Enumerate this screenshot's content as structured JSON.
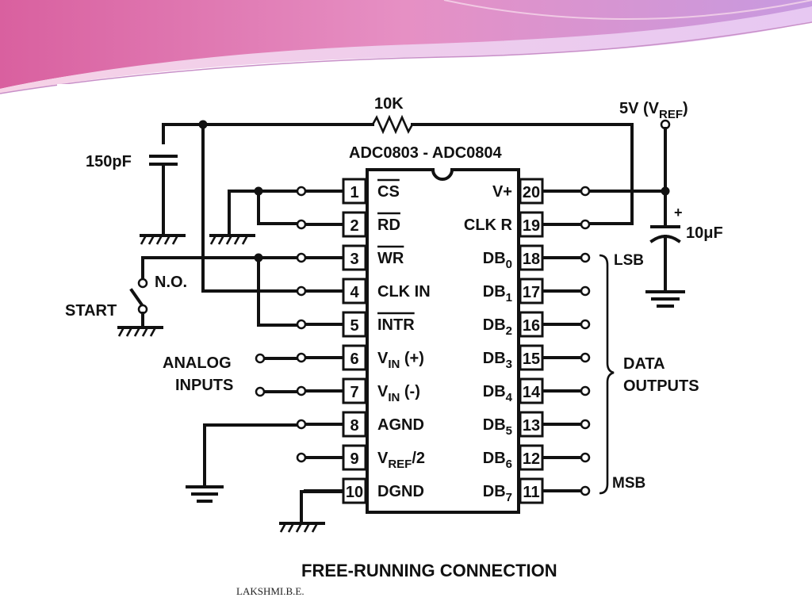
{
  "schematic": {
    "resistor_label": "10K",
    "vref_label": {
      "main": "5V (V",
      "sub": "REF",
      "tail": ")"
    },
    "cap_150_label": "150pF",
    "cap_10u_label": "10μF",
    "cap_10u_plus": "+",
    "chip_title": "ADC0803 - ADC0804",
    "start_label": "START",
    "no_label": "N.O.",
    "analog_label_1": "ANALOG",
    "analog_label_2": "INPUTS",
    "lsb_label": "LSB",
    "msb_label": "MSB",
    "data_label_1": "DATA",
    "data_label_2": "OUTPUTS",
    "caption": "FREE-RUNNING CONNECTION",
    "left_pins": [
      {
        "num": "1",
        "name": "CS",
        "sub": "",
        "tail": "",
        "overline": true
      },
      {
        "num": "2",
        "name": "RD",
        "sub": "",
        "tail": "",
        "overline": true
      },
      {
        "num": "3",
        "name": "WR",
        "sub": "",
        "tail": "",
        "overline": true
      },
      {
        "num": "4",
        "name": "CLK IN",
        "sub": "",
        "tail": "",
        "overline": false
      },
      {
        "num": "5",
        "name": "INTR",
        "sub": "",
        "tail": "",
        "overline": true
      },
      {
        "num": "6",
        "name": "V",
        "sub": "IN",
        "tail": " (+)",
        "overline": false
      },
      {
        "num": "7",
        "name": "V",
        "sub": "IN",
        "tail": " (-)",
        "overline": false
      },
      {
        "num": "8",
        "name": "AGND",
        "sub": "",
        "tail": "",
        "overline": false
      },
      {
        "num": "9",
        "name": "V",
        "sub": "REF",
        "tail": "/2",
        "overline": false
      },
      {
        "num": "10",
        "name": "DGND",
        "sub": "",
        "tail": "",
        "overline": false
      }
    ],
    "right_pins": [
      {
        "num": "20",
        "name": "V+",
        "sub": ""
      },
      {
        "num": "19",
        "name": "CLK R",
        "sub": ""
      },
      {
        "num": "18",
        "name": "DB",
        "sub": "0"
      },
      {
        "num": "17",
        "name": "DB",
        "sub": "1"
      },
      {
        "num": "16",
        "name": "DB",
        "sub": "2"
      },
      {
        "num": "15",
        "name": "DB",
        "sub": "3"
      },
      {
        "num": "14",
        "name": "DB",
        "sub": "4"
      },
      {
        "num": "13",
        "name": "DB",
        "sub": "5"
      },
      {
        "num": "12",
        "name": "DB",
        "sub": "6"
      },
      {
        "num": "11",
        "name": "DB",
        "sub": "7"
      }
    ]
  },
  "footer": {
    "author": "LAKSHMI.B.E."
  },
  "colors": {
    "header_pink": "#e27fb7",
    "header_light": "#f2c9df",
    "header_purple": "#b58ad6"
  }
}
